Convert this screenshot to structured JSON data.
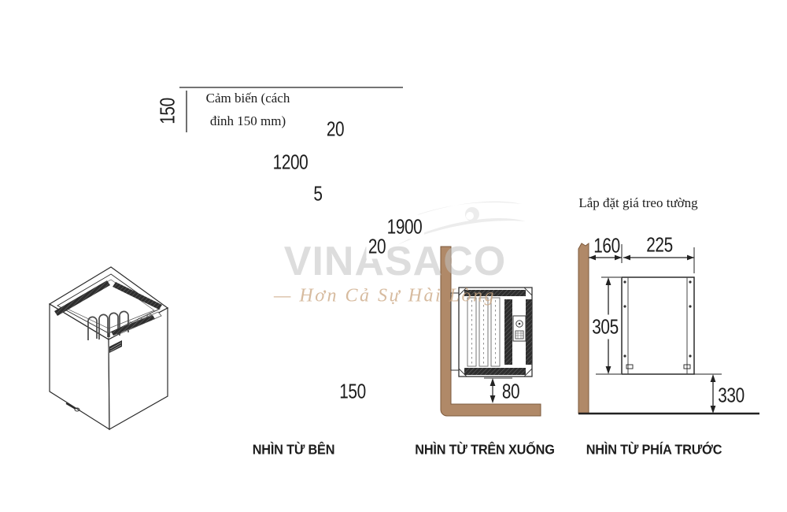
{
  "watermark": {
    "brand": "VINASACO",
    "tagline": "— Hơn Cả Sự Hài Lòng"
  },
  "views": {
    "side": {
      "label": "NHÌN TỪ BÊN",
      "sensor_note": {
        "line1": "Cảm biến (cách",
        "line2": "đỉnh 150 mm)"
      },
      "dims": {
        "sensor_top_offset": "150",
        "batten_thickness": "20",
        "sensor_height": "1200",
        "air_gap": "5",
        "total_height": "1900",
        "batten_step": "20",
        "floor_clearance": "150"
      }
    },
    "top": {
      "label": "NHÌN TỪ TRÊN XUỐNG",
      "dims": {
        "wall_clearance": "80"
      }
    },
    "front": {
      "label": "NHÌN TỪ PHÍA TRƯỚC",
      "note": "Lắp đặt giá treo tường",
      "dims": {
        "wall_offset": "160",
        "bracket_width": "225",
        "bracket_height": "305",
        "mount_height": "330"
      }
    }
  },
  "colors": {
    "wood": "#b08968",
    "wood_hatch": "#8a6744",
    "wood_border": "#7d5a3c",
    "ink": "#1f1f1f",
    "dark_fill": "#2e2e2e",
    "watermark_gray": "#c1c1c1",
    "tagline_tan": "#cdaa87"
  }
}
